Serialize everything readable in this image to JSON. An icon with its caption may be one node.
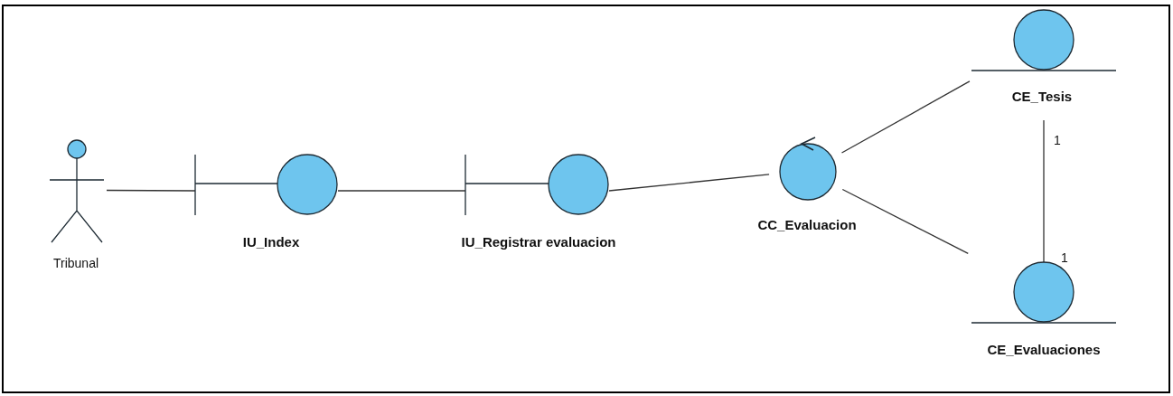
{
  "diagram": {
    "nodes": [
      {
        "text": [
          "Tribunal"
        ]
      },
      {
        "text": [
          "IU_Index"
        ]
      },
      {
        "text": [
          "IU_Registrar evaluacion"
        ]
      },
      {
        "text": [
          "CC_Evaluacion"
        ]
      },
      {
        "text": [
          "CE_Tesis"
        ]
      },
      {
        "text": [
          "CE_Evaluaciones"
        ]
      }
    ],
    "edges": [
      {
        "from": 0,
        "to": 1,
        "arrow": "none"
      },
      {
        "from": 1,
        "to": 2,
        "arrow": "none"
      },
      {
        "from": 2,
        "to": 3,
        "arrow": "none"
      },
      {
        "from": 3,
        "to": 4,
        "arrow": "none"
      },
      {
        "from": 3,
        "to": 5,
        "arrow": "none"
      },
      {
        "from": 4,
        "to": 5,
        "arrow": "none"
      }
    ],
    "labels": [
      "1",
      "1"
    ]
  }
}
